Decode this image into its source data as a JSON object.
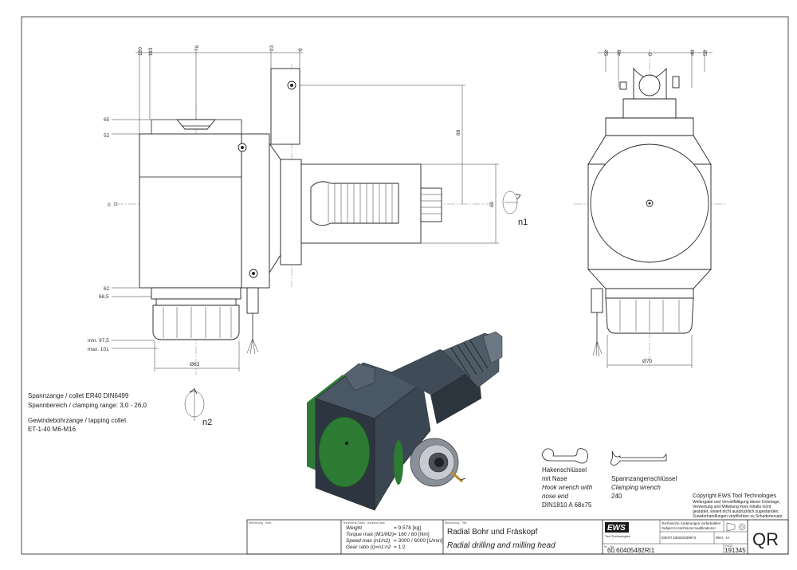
{
  "dimensions": {
    "top_front": [
      "120",
      "113",
      "76",
      "23",
      "0"
    ],
    "left_front": [
      "65",
      "52",
      "0",
      "62",
      "68,5"
    ],
    "min_length": "min. 97,5",
    "max_length": "max. 101",
    "collet_dia": "Ø63",
    "right_height_88": "88",
    "right_height_60": "60",
    "rotation_n1": "n1",
    "rotation_n2": "n2",
    "side_top": [
      "52",
      "46",
      "0",
      "46",
      "52"
    ],
    "side_dia": "Ø70"
  },
  "notes": {
    "line1": "Spannzange / collet  ER40   DIN6499",
    "line2": "Spannbereich / clamping range: 3,0 - 26,0",
    "line3": "Gewindebohrzange / tapping collet",
    "line4": "ET-1-40  M6-M16"
  },
  "tools": {
    "hook_wrench": [
      "Hakenschlüssel",
      "mit Nase",
      "Hook wrench with",
      "nose end",
      "DIN1810  A  68x75"
    ],
    "clamping_wrench": [
      "Spannzangenschlüssel",
      "Clamping wrench",
      "240"
    ]
  },
  "copyright": {
    "title": "Copyright EWS Tool Technologies",
    "lines": [
      "Weitergabe und Vervielfältigung dieser Unterlage,",
      "Verwertung und Mitteilung ihres Inhalts nicht",
      "gestattet, soweit nicht ausdrücklich zugestanden.",
      "Zuwiderhandlungen verpflichten zu Schadenersatz."
    ]
  },
  "title_block": {
    "remark_label": "Bemerkung - Note",
    "tech_label": "Technische Daten - technical data",
    "tech_rows": [
      {
        "label": "Weight",
        "value": "=  9.578 [kg]"
      },
      {
        "label": "Torque max (M1/M2)",
        "value": "=  160 / 80 [Nm]"
      },
      {
        "label": "Speed max  (n1/n2)",
        "value": "=  3000 / 6000 [1/min]"
      },
      {
        "label": "Gear ratio  (i)=n1:n2",
        "value": "=  1:2"
      }
    ],
    "designation_label": "Benennung - Title",
    "title_de": "Radial Bohr und Fräskopf",
    "title_en": "Radial drilling and milling head",
    "logo": "EWS",
    "logo_sub": "Tool Technologies",
    "changes_1": "Technische Änderungen vorbehalten!",
    "changes_2": "Subject to technical modifications!",
    "ident": "IDENT  DEWS039973",
    "rev": "REV.  -/A",
    "no_label": "Nr. - No.",
    "part_no": "60.60405482RI1",
    "page_label": "PAGE",
    "drawing_no": "191345",
    "qr": "QR"
  }
}
